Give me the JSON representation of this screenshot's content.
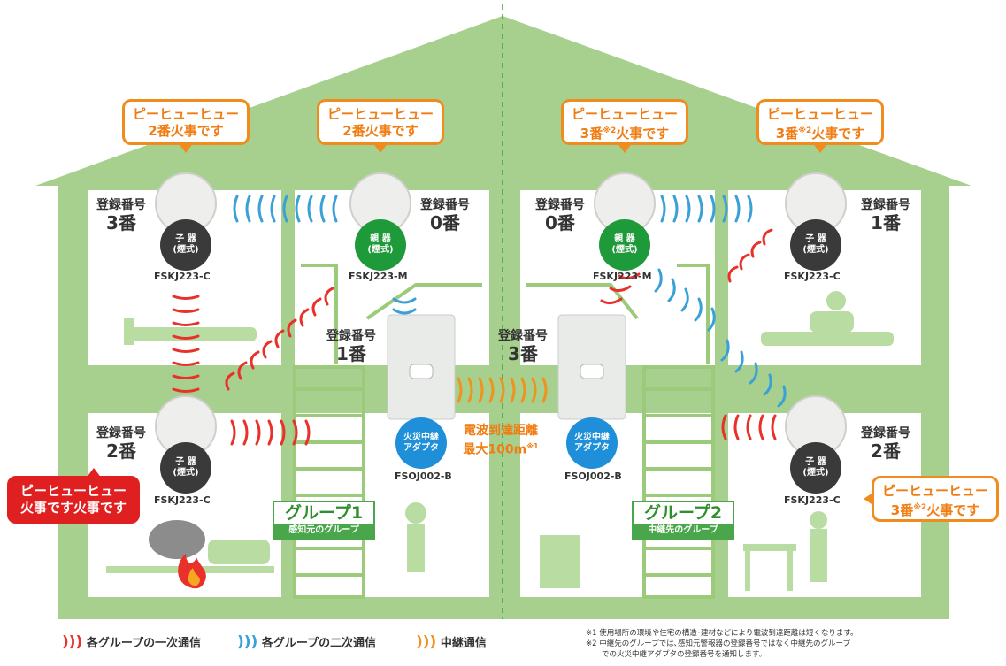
{
  "colors": {
    "house": "#a7cf8e",
    "room": "#ffffff",
    "primary": "#e8312a",
    "secondary": "#3aa0d8",
    "relay": "#f0921e",
    "bubble": "#f08c1e"
  },
  "bubbles": {
    "b1": [
      "ピーヒューヒュー",
      "2番火事です"
    ],
    "b2": [
      "ピーヒューヒュー",
      "2番火事です"
    ],
    "b3": [
      "ピーヒューヒュー",
      "3番",
      "※2",
      "火事です"
    ],
    "b4": [
      "ピーヒューヒュー",
      "3番",
      "※2",
      "火事です"
    ],
    "b5": [
      "ピーヒューヒュー",
      "3番",
      "※2",
      "火事です"
    ],
    "alarm": [
      "ピーヒューヒュー",
      "火事です火事です"
    ]
  },
  "reg_label": "登録番号",
  "regs": {
    "r1": "3番",
    "r2": "0番",
    "r3": "0番",
    "r4": "1番",
    "r5": "1番",
    "r6": "3番",
    "r7": "2番",
    "r8": "2番"
  },
  "badges": {
    "child": [
      "子 器",
      "(煙式)"
    ],
    "parent": [
      "親 器",
      "(煙式)"
    ],
    "adapter": [
      "火災中継",
      "アダプタ"
    ]
  },
  "models": {
    "child": "FSKJ223-C",
    "parent": "FSKJ223-M",
    "adapter": "FSOJ002-B"
  },
  "range": {
    "line1": "電波到達距離",
    "line2": "最大100m",
    "mark": "※1"
  },
  "groups": {
    "g1": {
      "title": "グループ1",
      "sub": "感知元のグループ"
    },
    "g2": {
      "title": "グループ2",
      "sub": "中継先のグループ"
    }
  },
  "legend": {
    "primary": "各グループの一次通信",
    "secondary": "各グループの二次通信",
    "relay": "中継通信"
  },
  "notes": {
    "n1": "※1 使用場所の環境や住宅の構造･建材などにより電波到達距離は短くなります。",
    "n2": "※2 中継先のグループでは､感知元警報器の登録番号ではなく中継先のグループ",
    "n3": "での火災中継アダプタの登録番号を通知します。"
  }
}
